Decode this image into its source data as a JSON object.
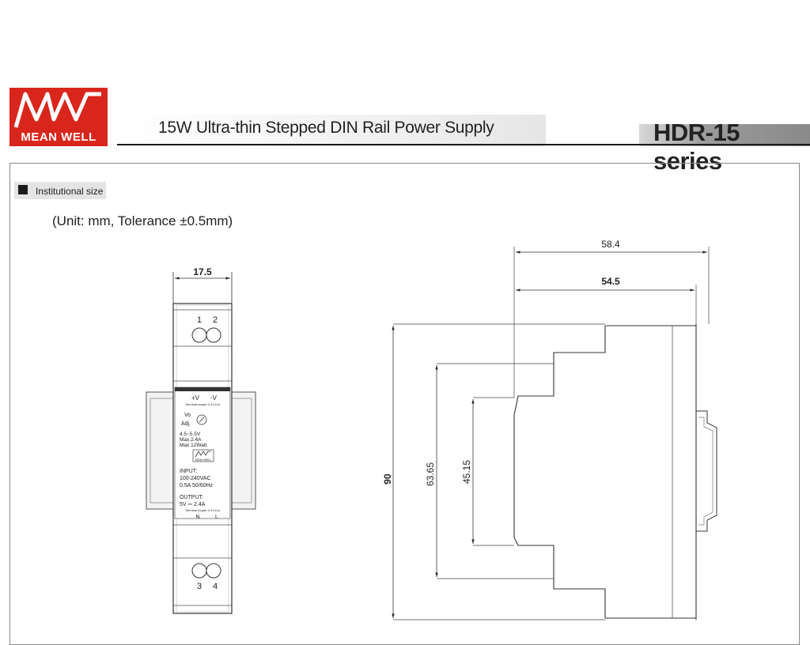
{
  "header": {
    "logo_text": "MEAN WELL",
    "title": "15W Ultra-thin Stepped DIN Rail Power Supply",
    "series": "HDR-15 series"
  },
  "section": {
    "label": "Institutional size",
    "unit_note": "(Unit: mm, Tolerance ±0.5mm)"
  },
  "front_view": {
    "width_dim": "17.5",
    "terminals_top": [
      "1",
      "2"
    ],
    "terminals_bottom": [
      "3",
      "4"
    ],
    "output_terminals": [
      "+V",
      "-V"
    ],
    "torque_note": "Terminal torque 4.4 Lb-in",
    "adj_label_1": "Vo",
    "adj_label_2": "Adj.",
    "spec_lines": [
      "4.5~5.5V",
      "Max.2.4A",
      "Max.12Watt"
    ],
    "badge_text": "MEAN WELL",
    "input_lines": [
      "INPUT:",
      "100-240VAC",
      "0.5A  50/60Hz"
    ],
    "output_lines": [
      "OUTPUT:",
      "5V  ⎓  2.4A"
    ],
    "torque_note_bottom": "Terminal torque 4.4 Lb-in",
    "input_terminals": [
      "N",
      "L"
    ]
  },
  "side_view": {
    "dim_depth_total": "58.4",
    "dim_depth_inner": "54.5",
    "dim_height": "90",
    "dim_step_1": "63.65",
    "dim_step_2": "45.15"
  }
}
